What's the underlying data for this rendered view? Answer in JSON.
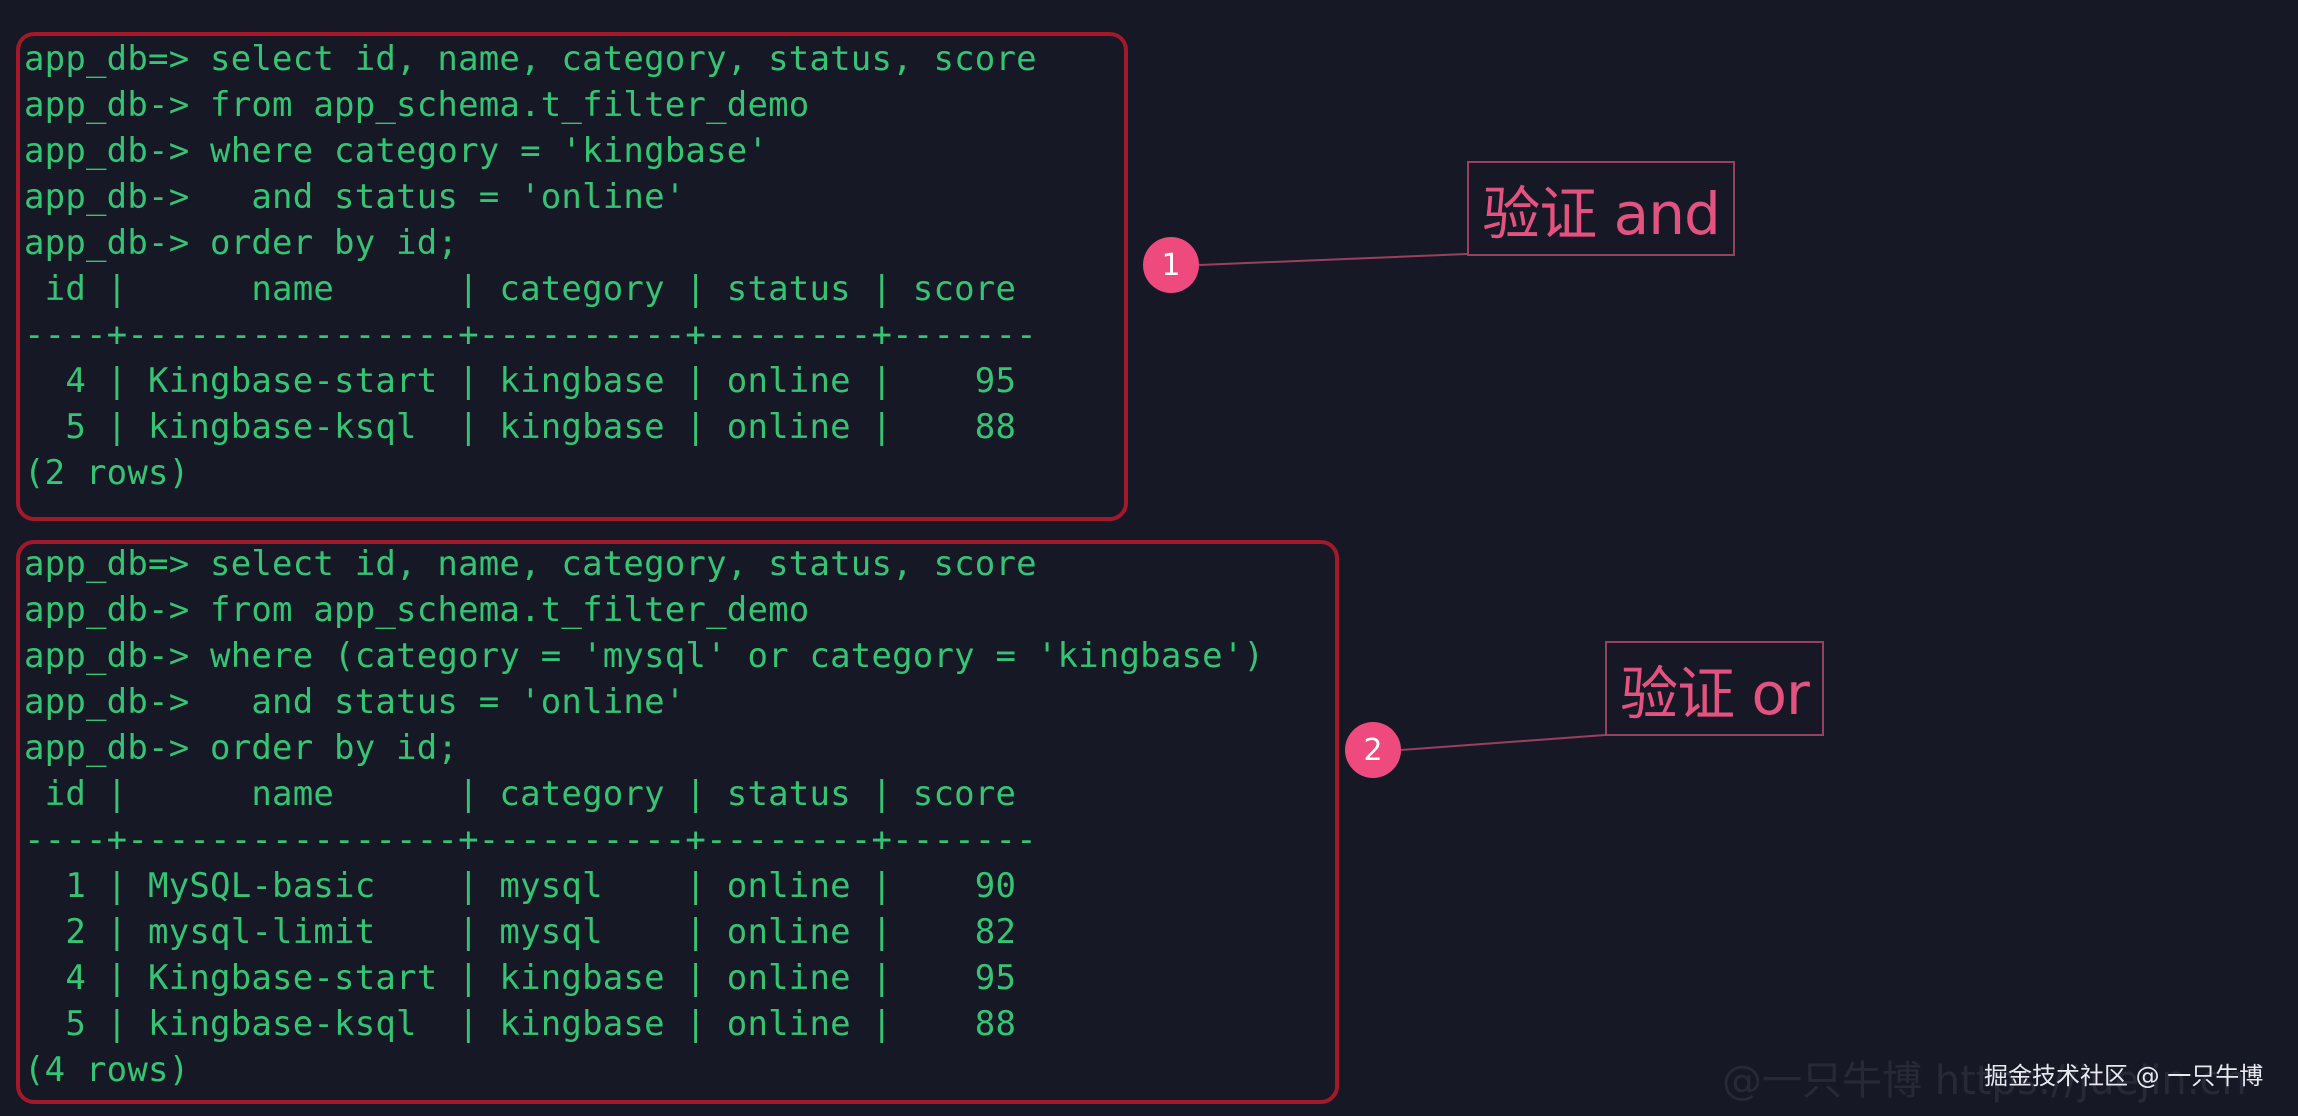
{
  "terminal": {
    "query1_lines": [
      "app_db=> select id, name, category, status, score",
      "app_db-> from app_schema.t_filter_demo",
      "app_db-> where category = 'kingbase'",
      "app_db->   and status = 'online'",
      "app_db-> order by id;",
      " id |      name      | category | status | score",
      "----+----------------+----------+--------+-------",
      "  4 | Kingbase-start | kingbase | online |    95",
      "  5 | kingbase-ksql  | kingbase | online |    88",
      "(2 rows)"
    ],
    "query2_lines": [
      "app_db=> select id, name, category, status, score",
      "app_db-> from app_schema.t_filter_demo",
      "app_db-> where (category = 'mysql' or category = 'kingbase')",
      "app_db->   and status = 'online'",
      "app_db-> order by id;",
      " id |      name      | category | status | score",
      "----+----------------+----------+--------+-------",
      "  1 | MySQL-basic    | mysql    | online |    90",
      "  2 | mysql-limit    | mysql    | online |    82",
      "  4 | Kingbase-start | kingbase | online |    95",
      "  5 | kingbase-ksql  | kingbase | online |    88",
      "(4 rows)"
    ]
  },
  "annotations": {
    "badge1": "1",
    "callout1": "验证 and",
    "badge2": "2",
    "callout2": "验证 or"
  },
  "watermark": {
    "shadow_text": "@一只牛博 https://juejin.cn",
    "text": "掘金技术社区 @ 一只牛博"
  },
  "colors": {
    "background": "#161925",
    "terminal_text": "#34c474",
    "highlight_box": "#a3192a",
    "badge": "#ef4a7d",
    "callout_text": "#e4527f"
  }
}
